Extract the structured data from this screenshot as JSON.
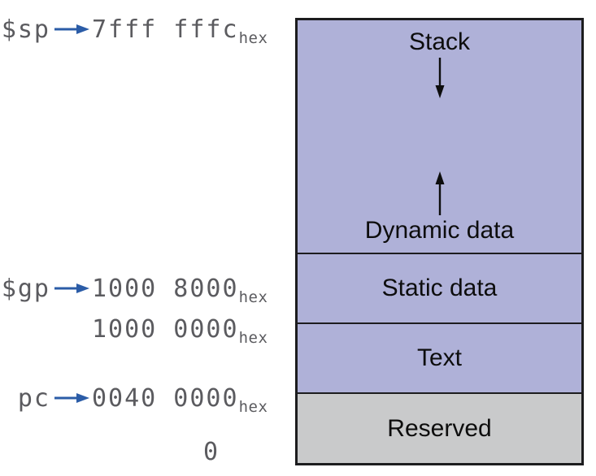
{
  "pointer_rows": [
    {
      "register": "$sp",
      "address": "7fff fffc",
      "sub": "hex"
    },
    {
      "register": "$gp",
      "address": "1000 8000",
      "sub": "hex"
    },
    {
      "register": "",
      "address": "1000 0000",
      "sub": "hex"
    },
    {
      "register": "pc",
      "address": "0040 0000",
      "sub": "hex"
    },
    {
      "register": "",
      "address": "0",
      "sub": ""
    }
  ],
  "memory_map": {
    "stack_label": "Stack",
    "dynamic_label": "Dynamic data",
    "static_label": "Static data",
    "text_label": "Text",
    "reserved_label": "Reserved"
  },
  "icons": {
    "pointer_arrow": "right-arrow",
    "stack_growth": "down-arrow",
    "heap_growth": "up-arrow"
  },
  "colors": {
    "segment_purple": "#afb1d8",
    "segment_gray": "#c9cacb",
    "border_black": "#1c1c1e",
    "arrow_blue": "#2b5ca7",
    "label_gray": "#5b5b5f",
    "segment_text": "#0d0d0d",
    "background": "#ffffff"
  }
}
